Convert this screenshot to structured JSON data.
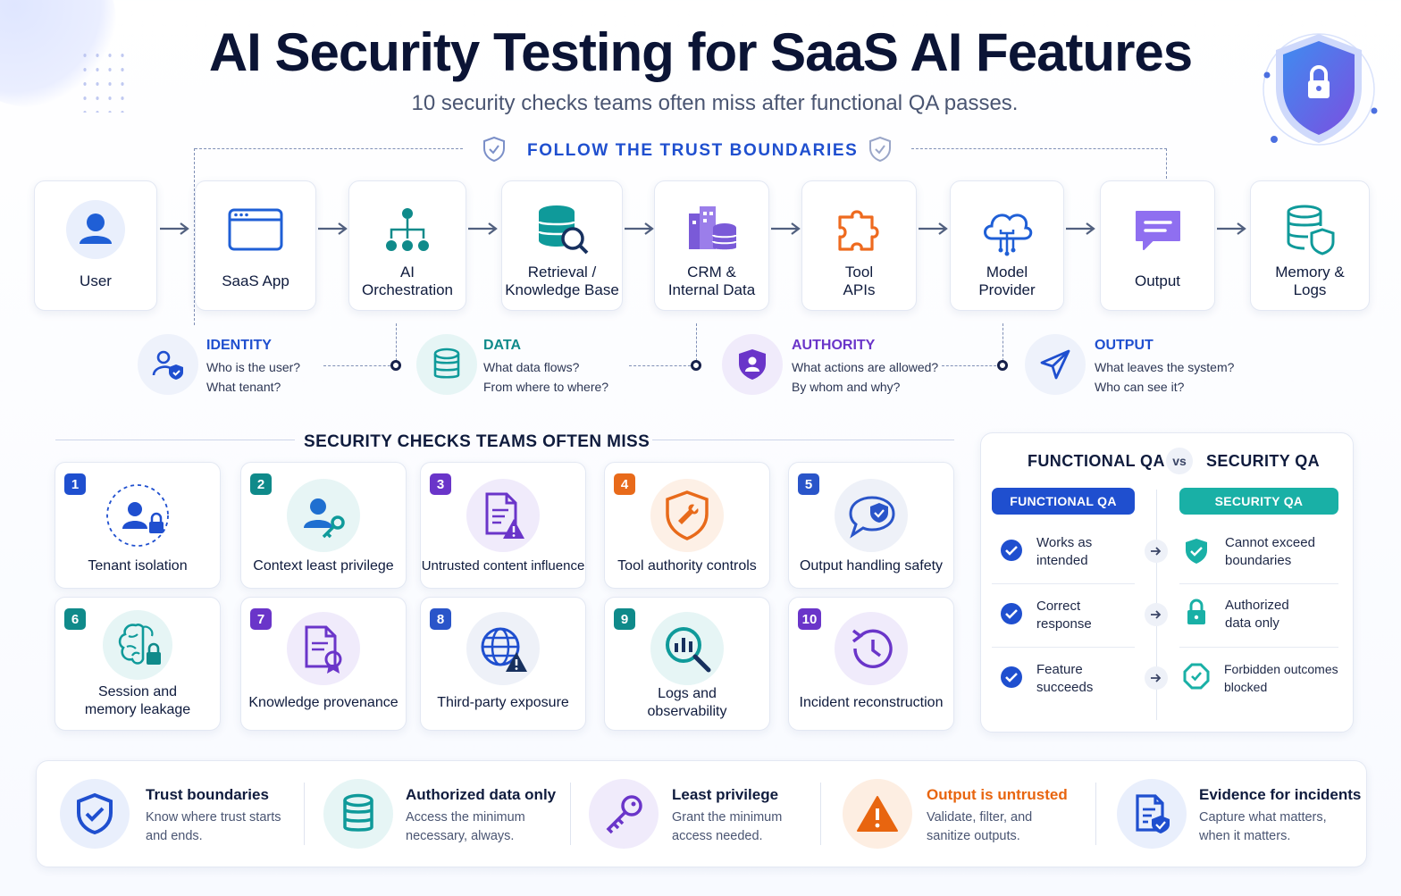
{
  "header": {
    "title": "AI Security Testing for SaaS AI Features",
    "subtitle": "10 security checks teams often miss after functional QA passes."
  },
  "trust": {
    "label": "FOLLOW THE TRUST BOUNDARIES"
  },
  "flow": [
    {
      "line1": "User",
      "line2": ""
    },
    {
      "line1": "SaaS App",
      "line2": ""
    },
    {
      "line1": "AI",
      "line2": "Orchestration"
    },
    {
      "line1": "Retrieval /",
      "line2": "Knowledge Base"
    },
    {
      "line1": "CRM &",
      "line2": "Internal Data"
    },
    {
      "line1": "Tool",
      "line2": "APIs"
    },
    {
      "line1": "Model",
      "line2": "Provider"
    },
    {
      "line1": "Output",
      "line2": ""
    },
    {
      "line1": "Memory &",
      "line2": "Logs"
    }
  ],
  "boundaries": [
    {
      "title": "IDENTITY",
      "q1": "Who is the user?",
      "q2": "What tenant?",
      "color": "#1f4fcf"
    },
    {
      "title": "DATA",
      "q1": "What data flows?",
      "q2": "From where to where?",
      "color": "#0f8a8a"
    },
    {
      "title": "AUTHORITY",
      "q1": "What actions are allowed?",
      "q2": "By whom and why?",
      "color": "#6a35c9"
    },
    {
      "title": "OUTPUT",
      "q1": "What leaves the system?",
      "q2": "Who can see it?",
      "color": "#1f4fcf"
    }
  ],
  "checks_section": {
    "title": "SECURITY CHECKS TEAMS OFTEN MISS"
  },
  "checks": [
    {
      "num": "1",
      "line1": "Tenant isolation",
      "line2": "",
      "color": "#1f4fcf"
    },
    {
      "num": "2",
      "line1": "Context least privilege",
      "line2": "",
      "color": "#0f8a8a"
    },
    {
      "num": "3",
      "line1": "Untrusted content influence",
      "line2": "",
      "color": "#6a35c9"
    },
    {
      "num": "4",
      "line1": "Tool authority controls",
      "line2": "",
      "color": "#e86a1a"
    },
    {
      "num": "5",
      "line1": "Output handling safety",
      "line2": "",
      "color": "#2a55c9"
    },
    {
      "num": "6",
      "line1": "Session and",
      "line2": "memory leakage",
      "color": "#0f8a8a"
    },
    {
      "num": "7",
      "line1": "Knowledge provenance",
      "line2": "",
      "color": "#6a35c9"
    },
    {
      "num": "8",
      "line1": "Third-party exposure",
      "line2": "",
      "color": "#2a55c9"
    },
    {
      "num": "9",
      "line1": "Logs and",
      "line2": "observability",
      "color": "#0f8a8a"
    },
    {
      "num": "10",
      "line1": "Incident reconstruction",
      "line2": "",
      "color": "#6a35c9"
    }
  ],
  "compare": {
    "left_head": "FUNCTIONAL QA",
    "vs": "vs",
    "right_head": "SECURITY QA",
    "left_pill": "FUNCTIONAL QA",
    "right_pill": "SECURITY QA",
    "rows": [
      {
        "l1": "Works as",
        "l2": "intended",
        "r1": "Cannot exceed",
        "r2": "boundaries"
      },
      {
        "l1": "Correct",
        "l2": "response",
        "r1": "Authorized",
        "r2": "data only"
      },
      {
        "l1": "Feature",
        "l2": "succeeds",
        "r1": "Forbidden outcomes",
        "r2": "blocked"
      }
    ]
  },
  "principles": [
    {
      "title": "Trust boundaries",
      "l1": "Know where trust starts",
      "l2": "and ends.",
      "color": "#0f1b3d"
    },
    {
      "title": "Authorized data only",
      "l1": "Access the minimum",
      "l2": "necessary, always.",
      "color": "#0f1b3d"
    },
    {
      "title": "Least privilege",
      "l1": "Grant the minimum",
      "l2": "access needed.",
      "color": "#0f1b3d"
    },
    {
      "title": "Output is untrusted",
      "l1": "Validate, filter, and",
      "l2": "sanitize outputs.",
      "color": "#e8650f"
    },
    {
      "title": "Evidence for incidents",
      "l1": "Capture what matters,",
      "l2": "when it matters.",
      "color": "#0f1b3d"
    }
  ]
}
